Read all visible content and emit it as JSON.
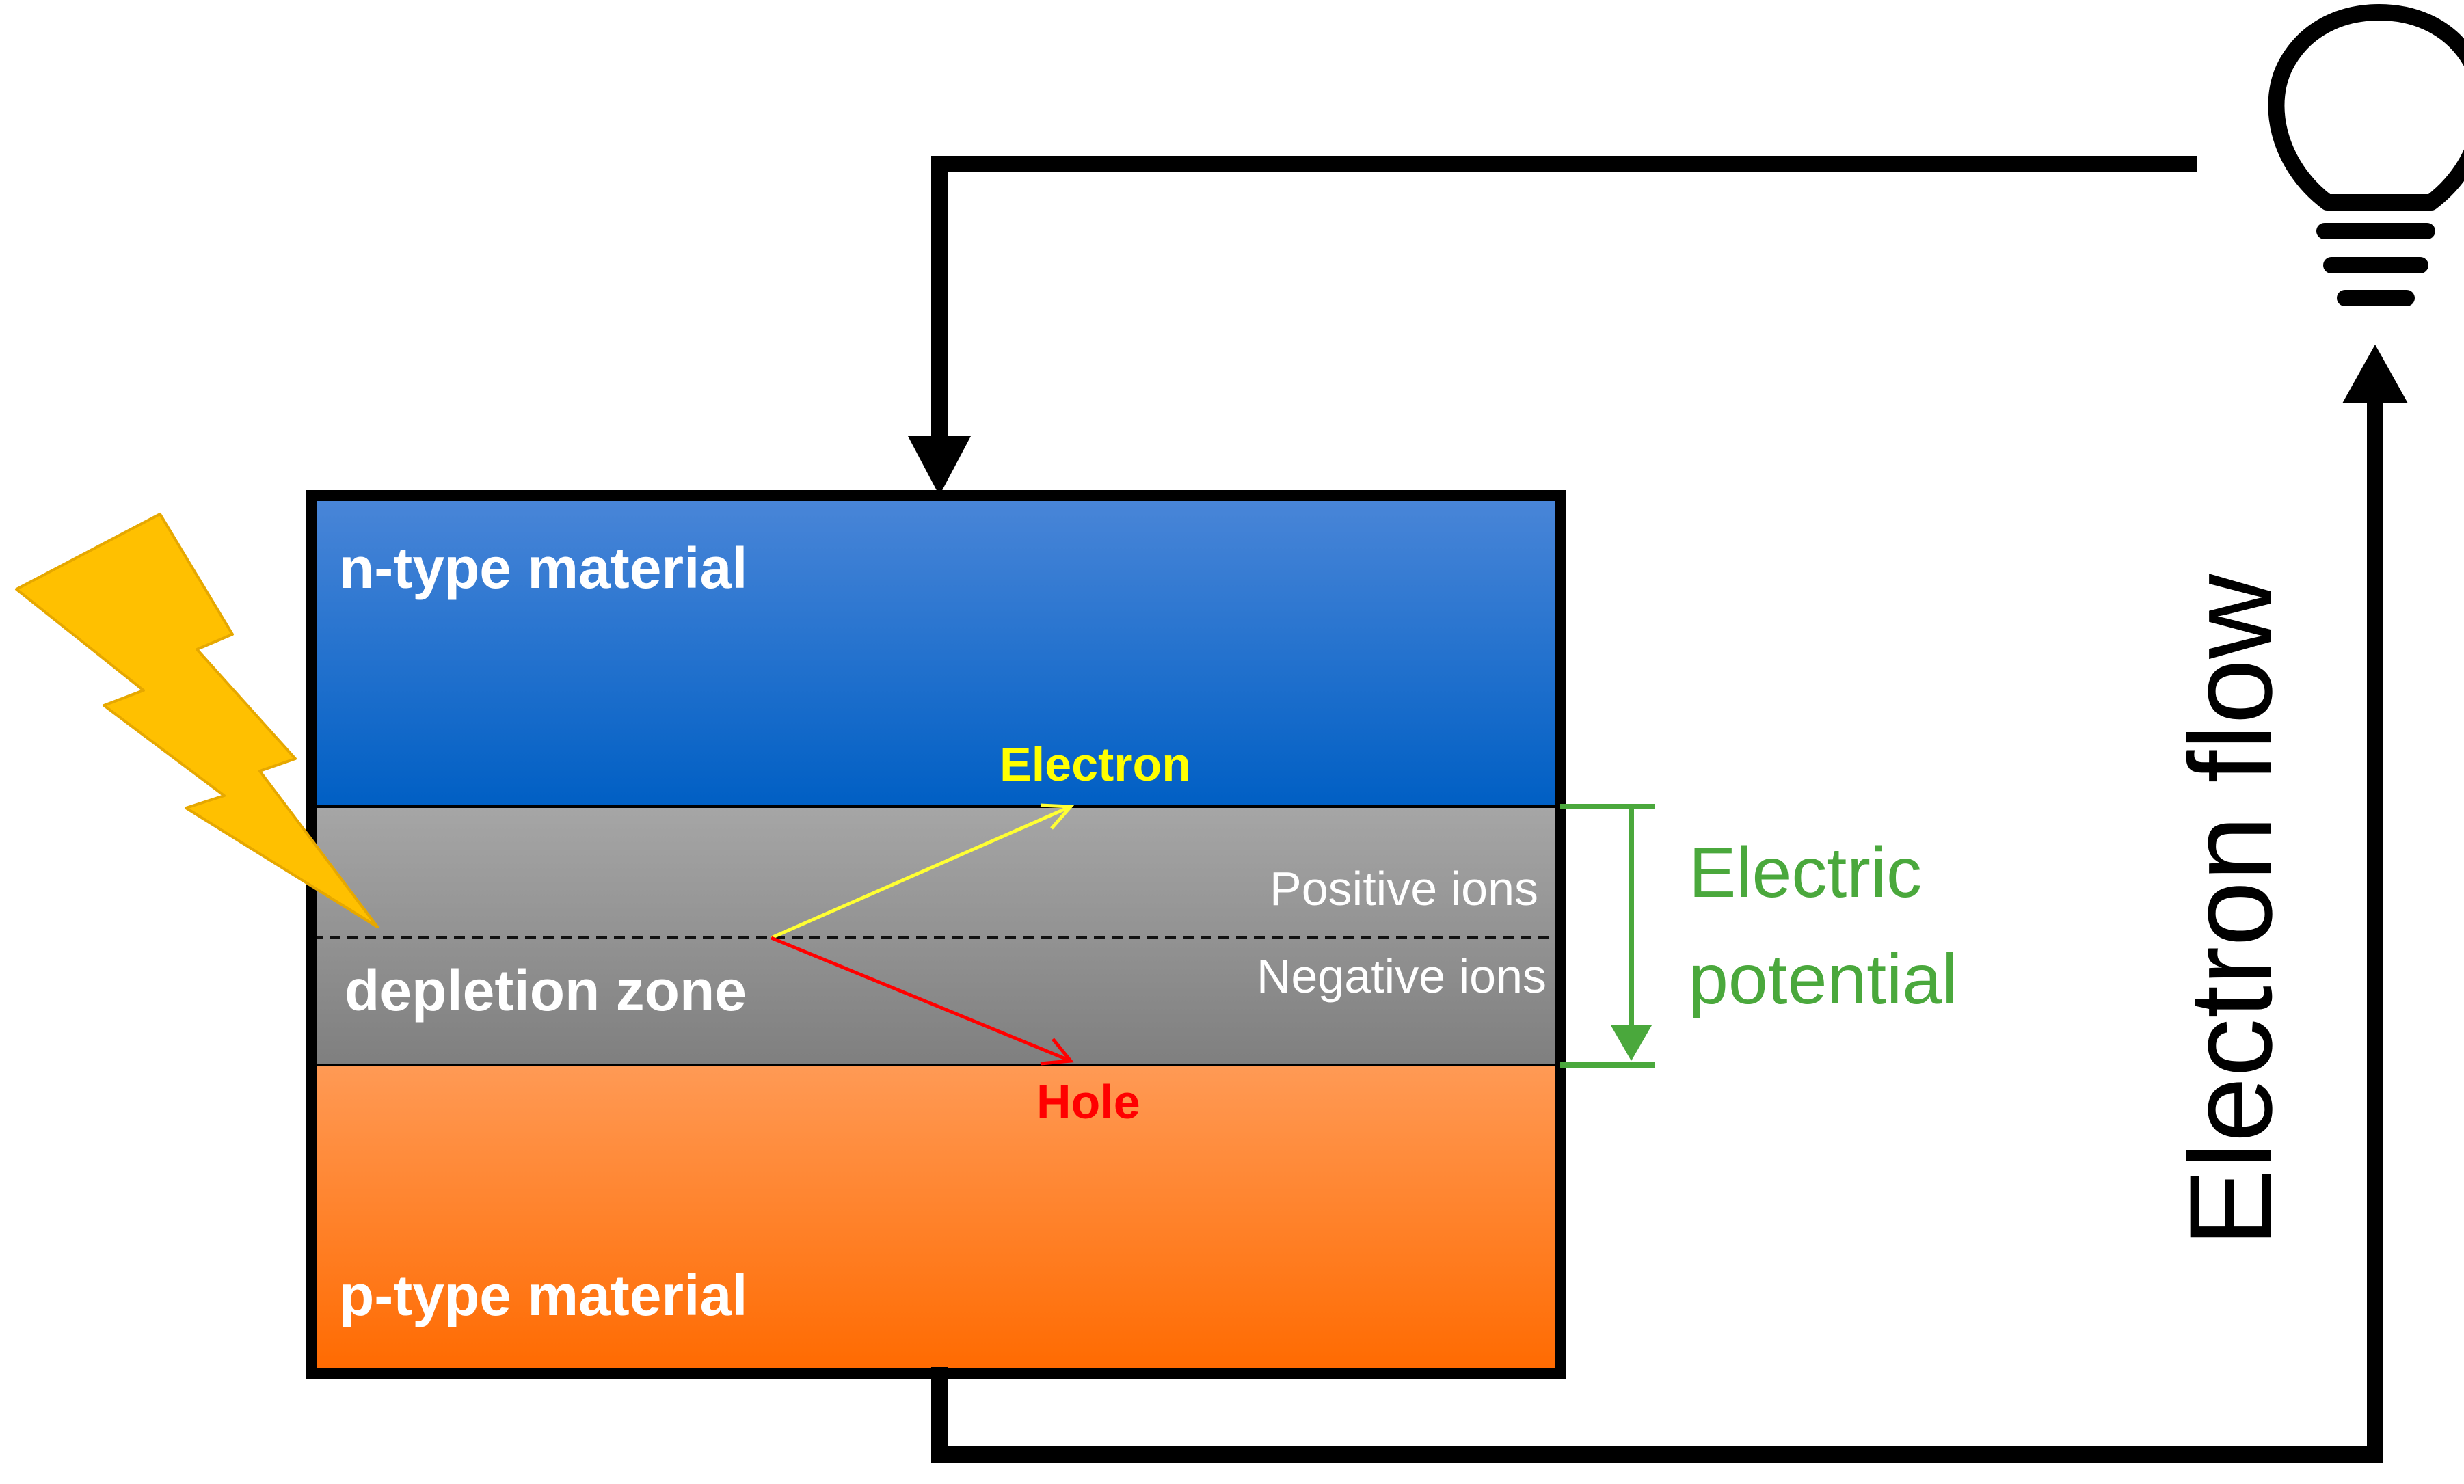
{
  "labels": {
    "n_type": "n-type material",
    "p_type": "p-type material",
    "depletion_zone": "depletion zone",
    "electron": "Electron",
    "hole": "Hole",
    "positive_ions": "Positive ions",
    "negative_ions": "Negative ions",
    "electric_potential_line1": "Electric",
    "electric_potential_line2": "potential",
    "electron_flow": "Electron flow"
  },
  "colors": {
    "n_type_top": "#4a86d8",
    "n_type_bottom": "#005fc4",
    "depletion_top": "#a6a6a6",
    "depletion_bottom": "#7f7f7f",
    "p_type_top": "#ff9a55",
    "p_type_bottom": "#ff6a00",
    "electron_label": "#ffff00",
    "electron_arrow": "#ffff33",
    "hole_label": "#ff0000",
    "hole_arrow": "#ff0000",
    "ion_text": "#ffffff",
    "electric_potential": "#4aa83c",
    "lightning": "#ffc000",
    "lightning_edge": "#e6a800",
    "wire": "#000000"
  },
  "icons": {
    "sunlight": "lightning-bolt-icon",
    "load": "light-bulb-icon"
  }
}
